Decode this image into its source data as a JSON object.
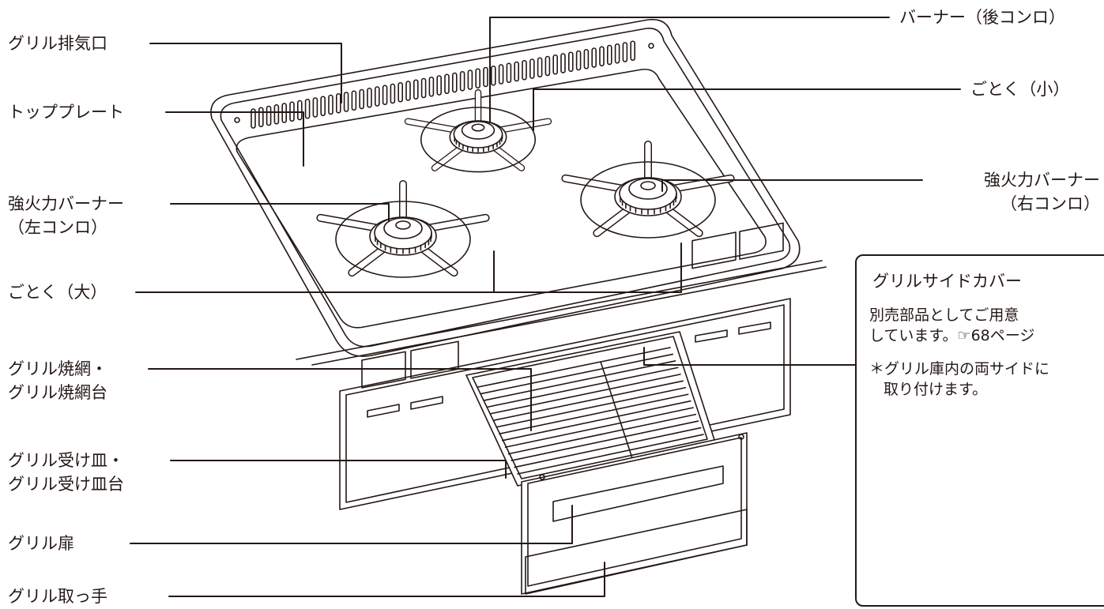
{
  "labels": {
    "grill_exhaust": "グリル排気口",
    "top_plate": "トッププレート",
    "high_power_left_1": "強火力バーナー",
    "high_power_left_2": "（左コンロ）",
    "trivet_large": "ごとく（大）",
    "grill_net_1": "グリル焼網・",
    "grill_net_2": "グリル焼網台",
    "grill_tray_1": "グリル受け皿・",
    "grill_tray_2": "グリル受け皿台",
    "grill_door": "グリル扉",
    "grill_handle": "グリル取っ手",
    "burner_rear": "バーナー（後コンロ）",
    "trivet_small": "ごとく（小）",
    "high_power_right_1": "強火力バーナー",
    "high_power_right_2": "（右コンロ）"
  },
  "callout": {
    "title": "グリルサイドカバー",
    "line1": "別売部品としてご用意",
    "line2": "しています。☞68ページ",
    "note1": "＊グリル庫内の両サイドに",
    "note2": "取り付けます。"
  }
}
